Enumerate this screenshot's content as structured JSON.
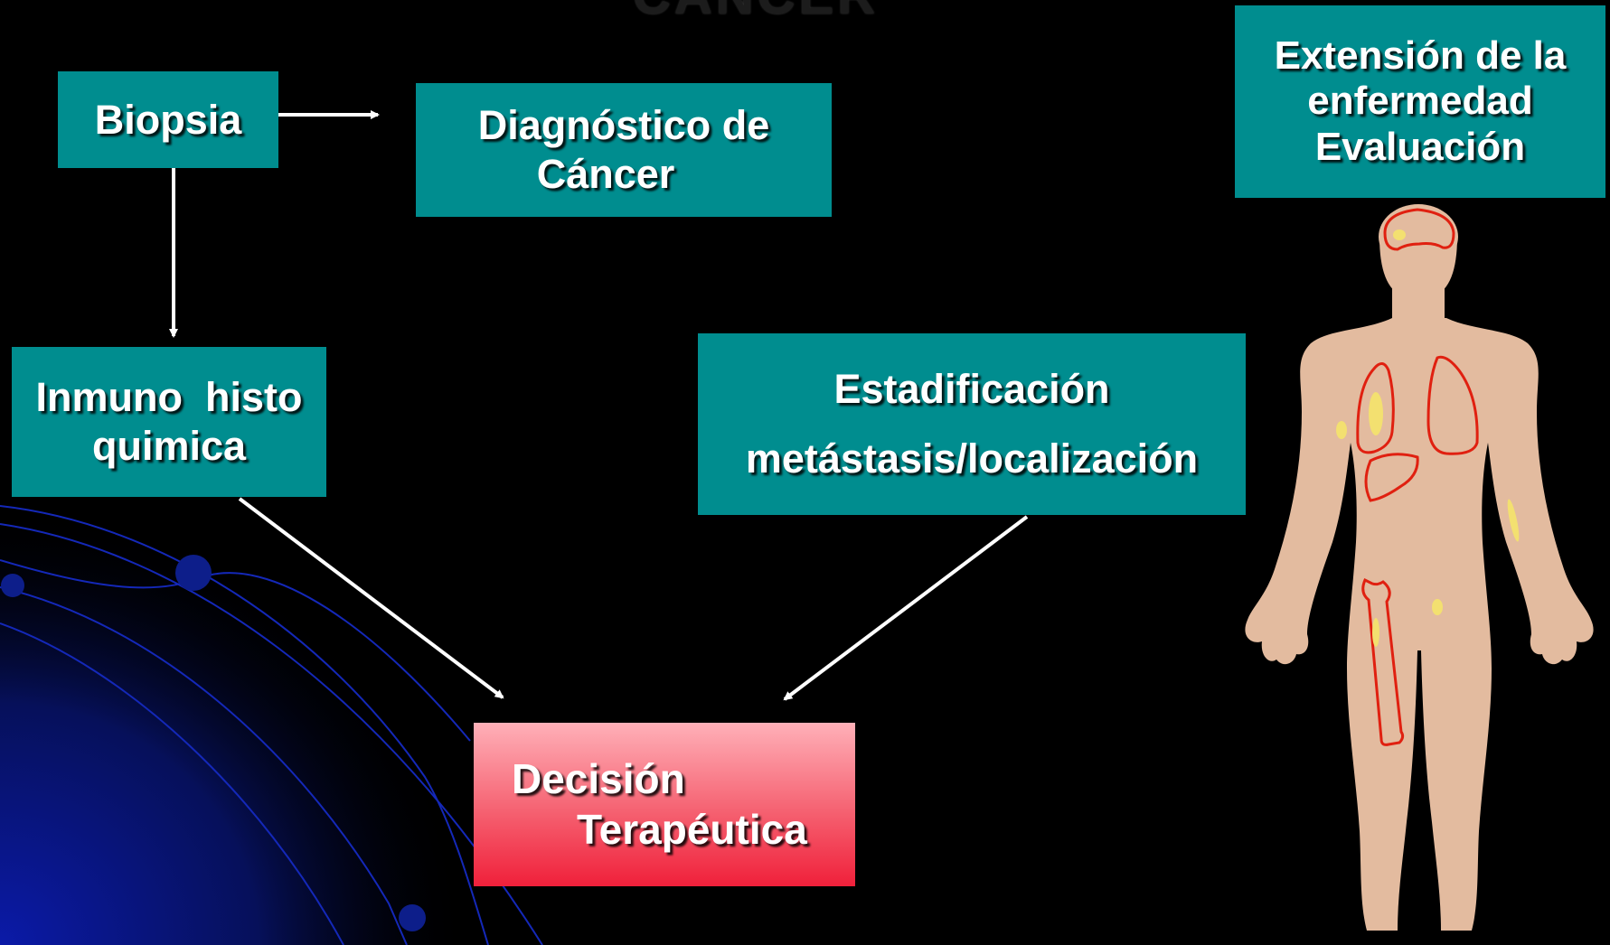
{
  "slide": {
    "title_fragment": "CANCER"
  },
  "boxes": {
    "biopsia": {
      "lines": [
        "Biopsia"
      ]
    },
    "diagnostico": {
      "lines": [
        "Diagnóstico de",
        "Cáncer"
      ]
    },
    "extension": {
      "lines": [
        "Extensión de la",
        "enfermedad",
        "Evaluación"
      ]
    },
    "inmuno": {
      "lines": [
        "Inmuno  histo",
        "quimica"
      ]
    },
    "estadificacion": {
      "lines": [
        "Estadificación",
        "metástasis/localización"
      ]
    },
    "decision": {
      "lines": [
        "Decisión",
        "Terapéutica"
      ]
    }
  },
  "colors": {
    "background": "#000000",
    "box_teal": "#008d8f",
    "decision_top": "#ffb0b8",
    "decision_bottom": "#f0203a",
    "arrow": "#ffffff",
    "skin": "#e3bb9f",
    "organ_outline": "#e02010",
    "lesion": "#f3e070",
    "decor_blue": "#0b1a9a"
  },
  "icons": {
    "figure": "human-body-figure",
    "decor": "orbit-lines-decoration"
  }
}
